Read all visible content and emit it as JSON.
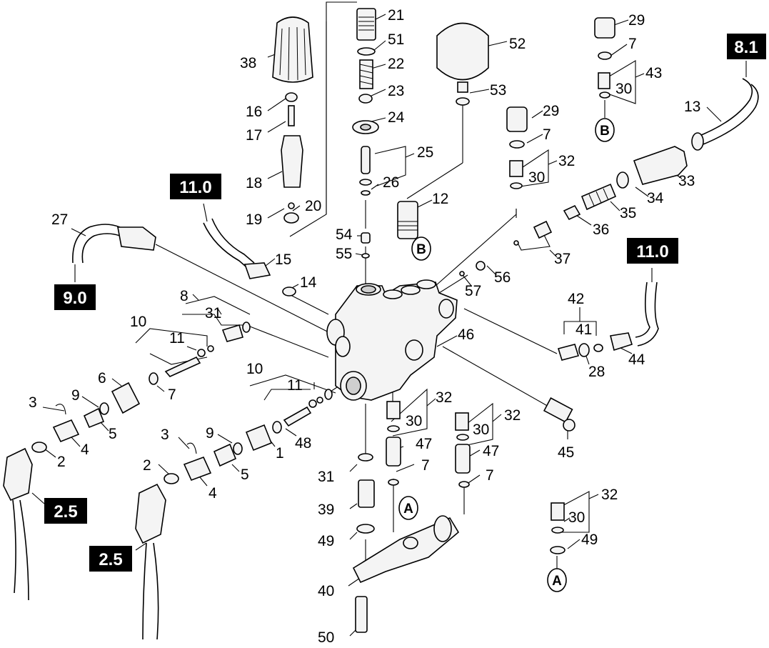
{
  "reference_boxes": [
    "8.1",
    "11.0",
    "11.0",
    "9.0",
    "2.5",
    "2.5"
  ],
  "connector_markers": [
    "B",
    "B",
    "A",
    "A"
  ],
  "part_numbers": [
    "21",
    "51",
    "22",
    "23",
    "24",
    "25",
    "26",
    "12",
    "54",
    "55",
    "38",
    "16",
    "17",
    "18",
    "19",
    "20",
    "27",
    "15",
    "14",
    "52",
    "53",
    "29",
    "7",
    "30",
    "32",
    "29",
    "7",
    "43",
    "30",
    "13",
    "33",
    "34",
    "35",
    "36",
    "37",
    "56",
    "57",
    "42",
    "41",
    "28",
    "44",
    "46",
    "45",
    "8",
    "31",
    "10",
    "11",
    "6",
    "7",
    "9",
    "5",
    "4",
    "3",
    "2",
    "10",
    "11",
    "48",
    "9",
    "1",
    "3",
    "5",
    "4",
    "2",
    "32",
    "30",
    "47",
    "7",
    "32",
    "30",
    "47",
    "7",
    "31",
    "39",
    "49",
    "40",
    "50",
    "32",
    "30",
    "49"
  ]
}
